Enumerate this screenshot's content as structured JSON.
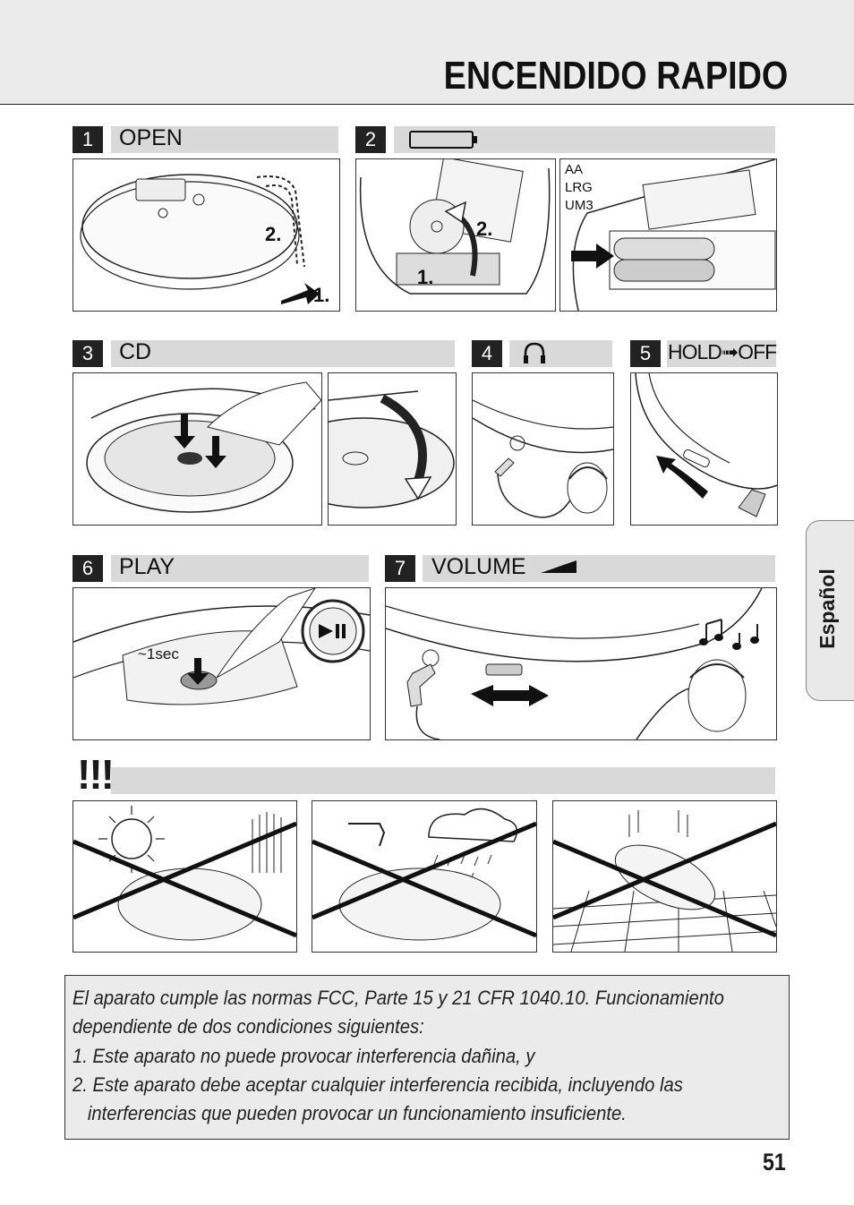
{
  "page": {
    "title": "ENCENDIDO RAPIDO",
    "page_number": "51",
    "side_tab": "Español"
  },
  "steps": [
    {
      "num": "1",
      "label": "OPEN"
    },
    {
      "num": "2",
      "label": "",
      "icon": "battery-icon"
    },
    {
      "num": "3",
      "label": "CD"
    },
    {
      "num": "4",
      "label": "",
      "icon": "headphones-icon"
    },
    {
      "num": "5",
      "label": "HOLD➟OFF"
    },
    {
      "num": "6",
      "label": "PLAY"
    },
    {
      "num": "7",
      "label": "VOLUME",
      "icon": "volume-wedge-icon"
    }
  ],
  "illustration_text": {
    "open_step_1": "1.",
    "open_step_2": "2.",
    "battery_step_1": "1.",
    "battery_step_2": "2.",
    "battery_types": [
      "AA",
      "LRG",
      "UM3"
    ],
    "play_hint": "~1sec"
  },
  "warning": {
    "symbol": "!!!"
  },
  "notice": {
    "lines": [
      "El aparato cumple las normas FCC, Parte 15 y 21 CFR 1040.10. Funcionamiento",
      "dependiente de dos condiciones siguientes:",
      "1. Este aparato no puede provocar interferencia dañina, y",
      "2. Este aparato debe aceptar cualquier interferencia recibida, incluyendo las",
      "   interferencias que pueden provocar un funcionamiento insuficiente."
    ]
  }
}
